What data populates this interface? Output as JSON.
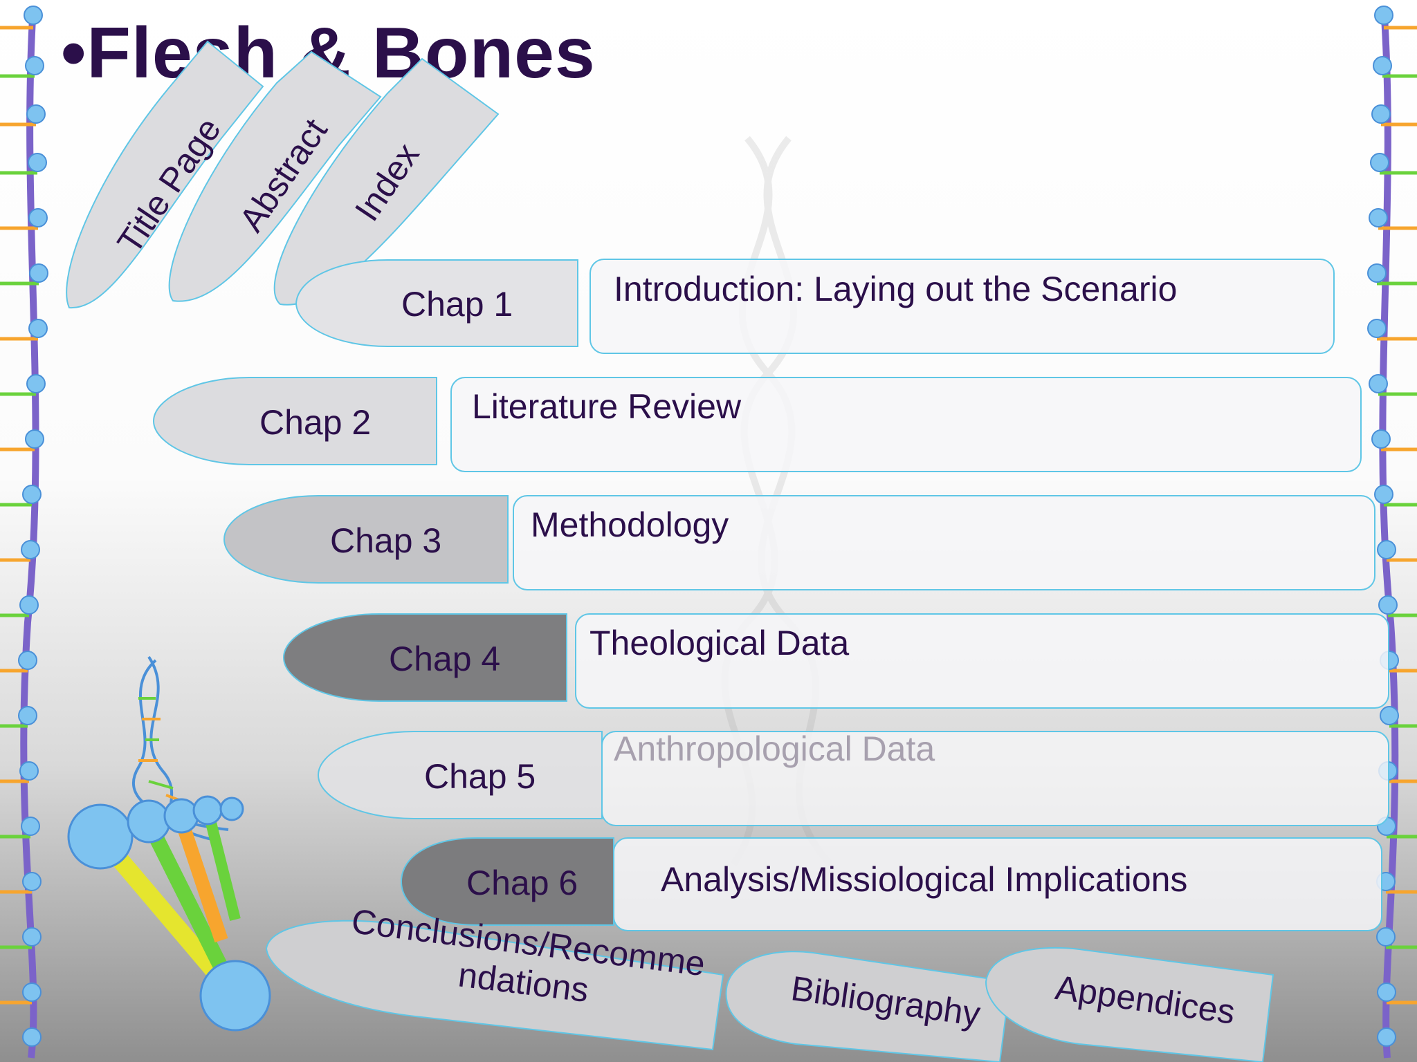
{
  "slide": {
    "title": "•Flesh & Bones",
    "top_tabs": [
      {
        "label": "Title Page"
      },
      {
        "label": "Abstract"
      },
      {
        "label": "Index"
      }
    ],
    "chapters": [
      {
        "label": "Chap 1",
        "topic": "Introduction: Laying out the Scenario",
        "tab_color": "#e3e3e6"
      },
      {
        "label": "Chap 2",
        "topic": "Literature Review",
        "tab_color": "#dcdcdf"
      },
      {
        "label": "Chap 3",
        "topic": "Methodology",
        "tab_color": "#c3c3c6"
      },
      {
        "label": "Chap 4",
        "topic": "Theological Data",
        "tab_color": "#7e7e80"
      },
      {
        "label": "Chap 5",
        "topic": "Anthropological Data",
        "tab_color": "#e1e1e3"
      },
      {
        "label": "Chap 6",
        "topic": "Analysis/Missiological Implications",
        "tab_color": "#7c7c7e"
      }
    ],
    "bottom_tabs": [
      {
        "label_line1": "Conclusions/Recomme",
        "label_line2": "ndations"
      },
      {
        "label": "Bibliography"
      },
      {
        "label": "Appendices"
      }
    ],
    "colors": {
      "title": "#2b0f4a",
      "text": "#2b0f4a",
      "outline": "#5fc6e6",
      "box_fill": "#f6f6f8"
    }
  }
}
